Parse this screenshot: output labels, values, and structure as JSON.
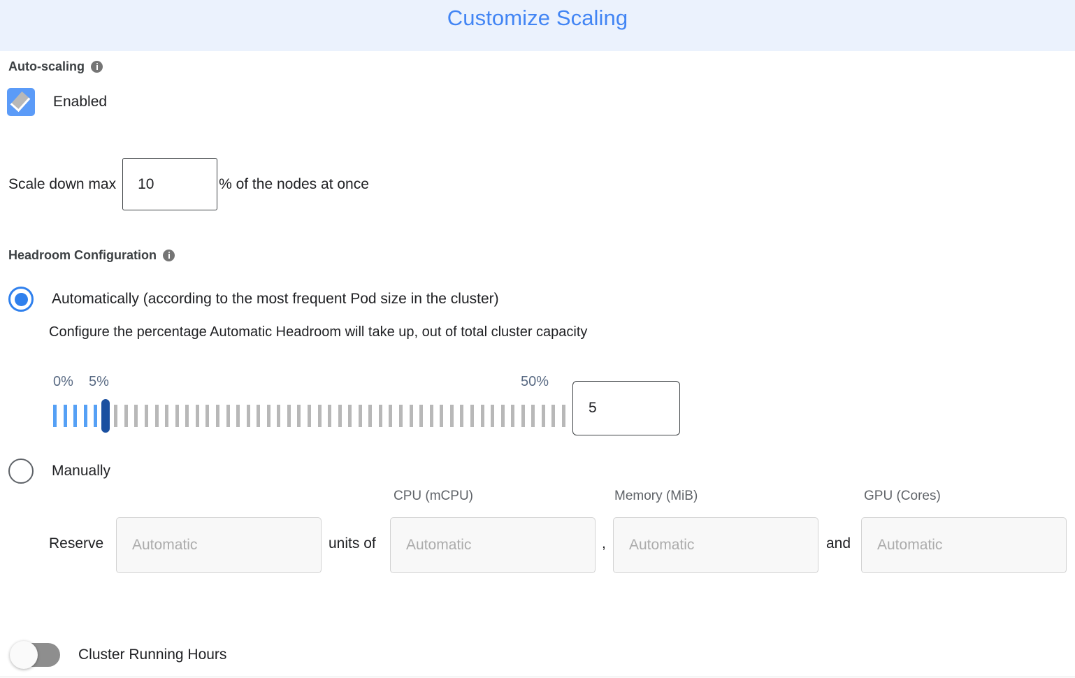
{
  "header": {
    "title": "Customize Scaling",
    "accent_color": "#4285F4",
    "band_color": "#EBF2FD"
  },
  "autoscaling": {
    "section_label": "Auto-scaling",
    "info_icon": "info-icon",
    "checkbox_label": "Enabled",
    "checkbox_checked": true,
    "checkbox_color": "#5B9BF8"
  },
  "scale_down": {
    "pre_text": "Scale down max",
    "value": "10",
    "post_text": "% of the nodes at once"
  },
  "headroom": {
    "section_label": "Headroom Configuration",
    "info_icon": "info-icon",
    "option_auto_label": "Automatically (according to the most frequent Pod size in the cluster)",
    "option_auto_selected": true,
    "auto_description": "Configure the percentage Automatic Headroom will take up, out of total cluster capacity",
    "option_manual_label": "Manually",
    "option_manual_selected": false
  },
  "slider": {
    "min_label": "0%",
    "current_label": "5%",
    "max_label": "50%",
    "min": 0,
    "max": 50,
    "value": 5,
    "tick_count": 51,
    "value_box": "5",
    "filled_color": "#55A0F5",
    "empty_color": "#B8B8B8",
    "thumb_color": "#1A4FA0"
  },
  "reserve": {
    "reserve_label": "Reserve",
    "units_of_label": "units of",
    "comma_label": ",",
    "and_label": "and",
    "units_placeholder": "Automatic",
    "cpu_caption": "CPU (mCPU)",
    "cpu_placeholder": "Automatic",
    "memory_caption": "Memory (MiB)",
    "memory_placeholder": "Automatic",
    "gpu_caption": "GPU (Cores)",
    "gpu_placeholder": "Automatic"
  },
  "cluster_running_hours": {
    "label": "Cluster Running Hours",
    "enabled": false
  }
}
